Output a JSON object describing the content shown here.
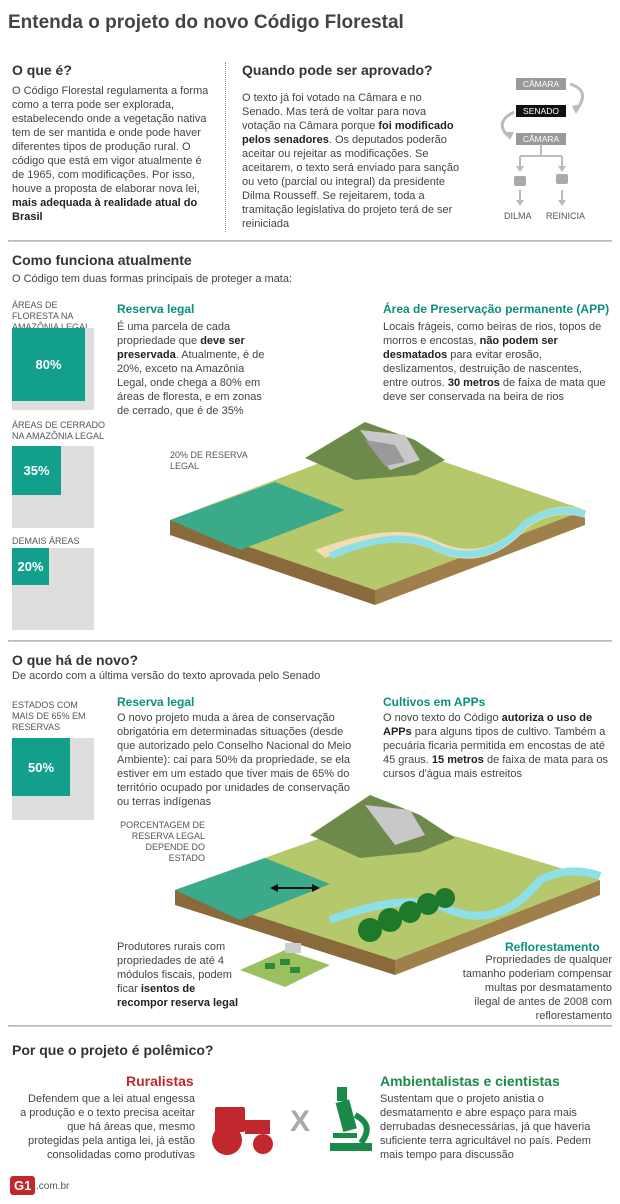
{
  "title": "Entenda o projeto do novo Código Florestal",
  "o_que_e": {
    "heading": "O que é?",
    "text": "O Código Florestal regulamenta a forma como a terra pode ser explorada, estabelecendo onde a vegetação nativa tem de ser mantida e onde pode haver diferentes tipos de produção rural. O código que está em vigor atualmente é de 1965, com modificações. Por isso, houve a proposta de elaborar nova lei, ",
    "bold": "mais adequada à realidade atual do Brasil"
  },
  "quando": {
    "heading": "Quando pode ser aprovado?",
    "t1": "O texto já foi votado na Câmara e no Senado. Mas terá de voltar para nova votação na Câmara porque ",
    "b1": "foi modificado pelos senadores",
    "t2": ". Os deputados poderão aceitar ou rejeitar as modificações. Se aceitarem, o texto será enviado para sanção ou veto (parcial ou integral) da presidente Dilma Rousseff. Se rejeitarem, toda a tramitação legislativa do projeto terá de ser reiniciada",
    "flow": {
      "camara1": "CÂMARA",
      "senado": "SENADO",
      "camara2": "CÂMARA",
      "dilma": "DILMA",
      "reinicia": "REINICIA"
    }
  },
  "como": {
    "heading": "Como funciona atualmente",
    "sub": "O Código tem duas formas principais de proteger a mata:",
    "bars": [
      {
        "label": "ÁREAS DE FLORESTA NA AMAZÔNIA LEGAL",
        "value": "80%",
        "fraction": 0.8
      },
      {
        "label": "ÁREAS DE CERRADO NA AMAZÔNIA LEGAL",
        "value": "35%",
        "fraction": 0.35
      },
      {
        "label": "DEMAIS ÁREAS",
        "value": "20%",
        "fraction": 0.2
      }
    ],
    "reserva_title": "Reserva legal",
    "reserva_t1": "É uma parcela de cada propriedade que ",
    "reserva_b1": "deve ser preservada",
    "reserva_t2": ". Atualmente, é de 20%, exceto na Amazônia Legal, onde chega a 80% em áreas de floresta, e em zonas de cerrado, que é de 35%",
    "app_title": "Área de Preservação permanente (APP)",
    "app_t1": "Locais frágeis, como beiras de rios, topos de morros e encostas, ",
    "app_b1": "não podem ser desmatados",
    "app_t2": " para evitar erosão, deslizamentos, destruição de nascentes, entre outros. ",
    "app_b2": "30 metros",
    "app_t3": " de faixa de mata que deve ser conservada na beira de rios",
    "map_label": "20% DE RESERVA LEGAL"
  },
  "novo": {
    "heading": "O que há de novo?",
    "sub": "De acordo com a última versão do texto aprovada pelo Senado",
    "bar": {
      "label": "ESTADOS COM MAIS DE 65% EM RESERVAS",
      "value": "50%",
      "fraction": 0.5
    },
    "reserva_title": "Reserva legal",
    "reserva_text": "O novo projeto muda a área de conservação obrigatória em determinadas situações (desde que autorizado pelo Conselho Nacional do Meio Ambiente): cai para 50% da propriedade, se ela estiver em um estado que tiver mais de 65% do território ocupado por unidades de conservação ou terras indígenas",
    "cult_title": "Cultivos em APPs",
    "cult_t1": "O novo texto do Código ",
    "cult_b1": "autoriza o uso de APPs",
    "cult_t2": " para alguns tipos de cultivo. Também a pecuária ficaria permitida em encostas de até 45 graus. ",
    "cult_b2": "15 metros",
    "cult_t3": " de faixa de mata para os cursos d'água mais estreitos",
    "map_label": "PORCENTAGEM DE RESERVA LEGAL DEPENDE DO ESTADO",
    "prod_t1": "Produtores rurais com propriedades de até 4 módulos fiscais, podem ficar ",
    "prod_b1": "isentos de recompor reserva legal",
    "reflo_title": "Reflorestamento",
    "reflo_text": "Propriedades de qualquer tamanho poderiam compensar multas por desmatamento ilegal de antes de 2008 com reflorestamento"
  },
  "polemico": {
    "heading": "Por que o projeto é polêmico?",
    "rur_title": "Ruralistas",
    "rur_text": "Defendem que a lei atual engessa a produção e o texto precisa aceitar que há áreas que, mesmo protegidas pela antiga lei, já estão consolidadas como produtivas",
    "vs": "X",
    "amb_title": "Ambientalistas e cientistas",
    "amb_text": "Sustentam que o projeto anistia o desmatamento e abre espaço para mais derrubadas desnecessárias, já que haveria suficiente terra agricultável no país. Pedem mais tempo para discussão"
  },
  "footer": {
    "logo": "G1",
    "domain": ".com.br"
  },
  "colors": {
    "teal": "#12a08c",
    "red": "#c0282d",
    "green": "#1a8a4a"
  }
}
